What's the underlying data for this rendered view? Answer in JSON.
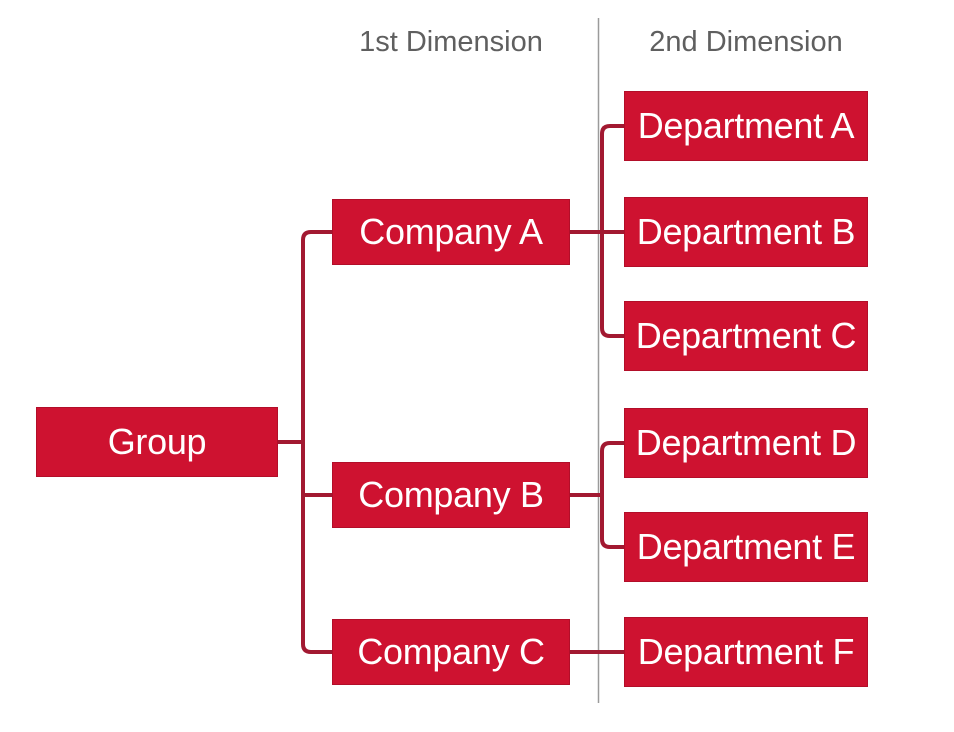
{
  "diagram": {
    "type": "org-chart",
    "columns": [
      {
        "header": "",
        "nodes": [
          "Group"
        ]
      },
      {
        "header": "1st Dimension",
        "nodes": [
          "Company A",
          "Company B",
          "Company C"
        ]
      },
      {
        "header": "2nd Dimension",
        "nodes": [
          "Department A",
          "Department B",
          "Department C",
          "Department D",
          "Department E",
          "Department F"
        ]
      }
    ],
    "edges": [
      {
        "from": "Group",
        "to": "Company A"
      },
      {
        "from": "Group",
        "to": "Company B"
      },
      {
        "from": "Group",
        "to": "Company C"
      },
      {
        "from": "Company A",
        "to": "Department A"
      },
      {
        "from": "Company A",
        "to": "Department B"
      },
      {
        "from": "Company A",
        "to": "Department C"
      },
      {
        "from": "Company B",
        "to": "Department D"
      },
      {
        "from": "Company B",
        "to": "Department E"
      },
      {
        "from": "Company C",
        "to": "Department F"
      }
    ]
  },
  "colors": {
    "box": "#ce1230",
    "box_border": "#b20e29",
    "box_text": "#ffffff",
    "connector": "#a21931",
    "divider": "#9b9b9b",
    "header_text": "#5f5f5f"
  }
}
